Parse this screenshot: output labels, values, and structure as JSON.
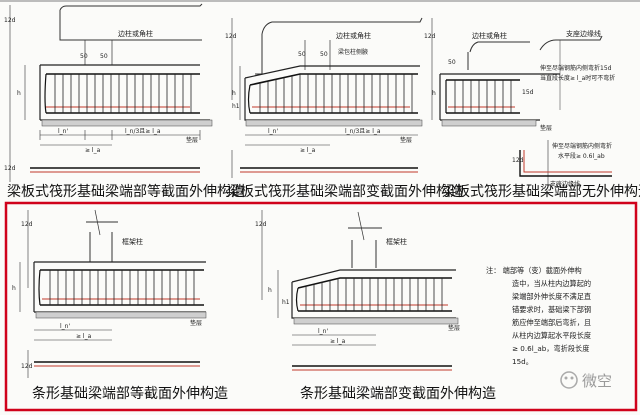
{
  "top_row": {
    "panel1": {
      "caption": "梁板式筏形基础梁端部等截面外伸构造",
      "callout": "边柱或角柱",
      "dims": [
        "12d",
        "h",
        "12d",
        "50",
        "50",
        "l_n'",
        "≥ l_a",
        "l_n/3且≥ l_a",
        "垫层"
      ]
    },
    "panel2": {
      "caption": "梁板式筏形基础梁端部变截面外伸构造",
      "callouts": [
        "边柱或角柱",
        "梁包柱侧腋"
      ],
      "dims": [
        "12d",
        "h",
        "h1",
        "50",
        "50",
        "l_n'",
        "≥ l_a",
        "l_n/3且≥ l_a",
        "垫层"
      ]
    },
    "panel3": {
      "caption": "梁板式筏形基础梁端部无外伸构造",
      "callouts": [
        "边柱或角柱",
        "支座边缘线"
      ],
      "notes": [
        "伸至尽端钢筋内侧弯折15d",
        "当直段长度≥ l_a时可不弯折",
        "伸至尽端钢筋内侧弯折",
        "水平段≥ 0.6l_ab"
      ],
      "dims": [
        "12d",
        "h",
        "50",
        "15d",
        "12d",
        "垫层",
        "支座边缘线"
      ]
    }
  },
  "bottom_row": {
    "panel4": {
      "caption": "条形基础梁端部等截面外伸构造",
      "callout": "框架柱",
      "dims": [
        "12d",
        "h",
        "12d",
        "l_n'",
        "≥ l_a",
        "垫层"
      ]
    },
    "panel5": {
      "caption": "条形基础梁端部变截面外伸构造",
      "callout": "框架柱",
      "dims": [
        "12d",
        "h",
        "h1",
        "l_n'",
        "≥ l_a",
        "垫层"
      ]
    },
    "note": {
      "lines": [
        "注：   端部等（变）截面外伸构",
        "造中，当从柱内边算起的",
        "梁端部外伸长度不满足直",
        "锚要求时，基础梁下部钢",
        "筋应伸至端部后弯折，且",
        "从柱内边算起水平段长度",
        "≥ 0.6l_ab，弯折段长度",
        "15d。"
      ]
    },
    "highlight_color": "#d0021b"
  },
  "watermark": {
    "text": "微空"
  }
}
